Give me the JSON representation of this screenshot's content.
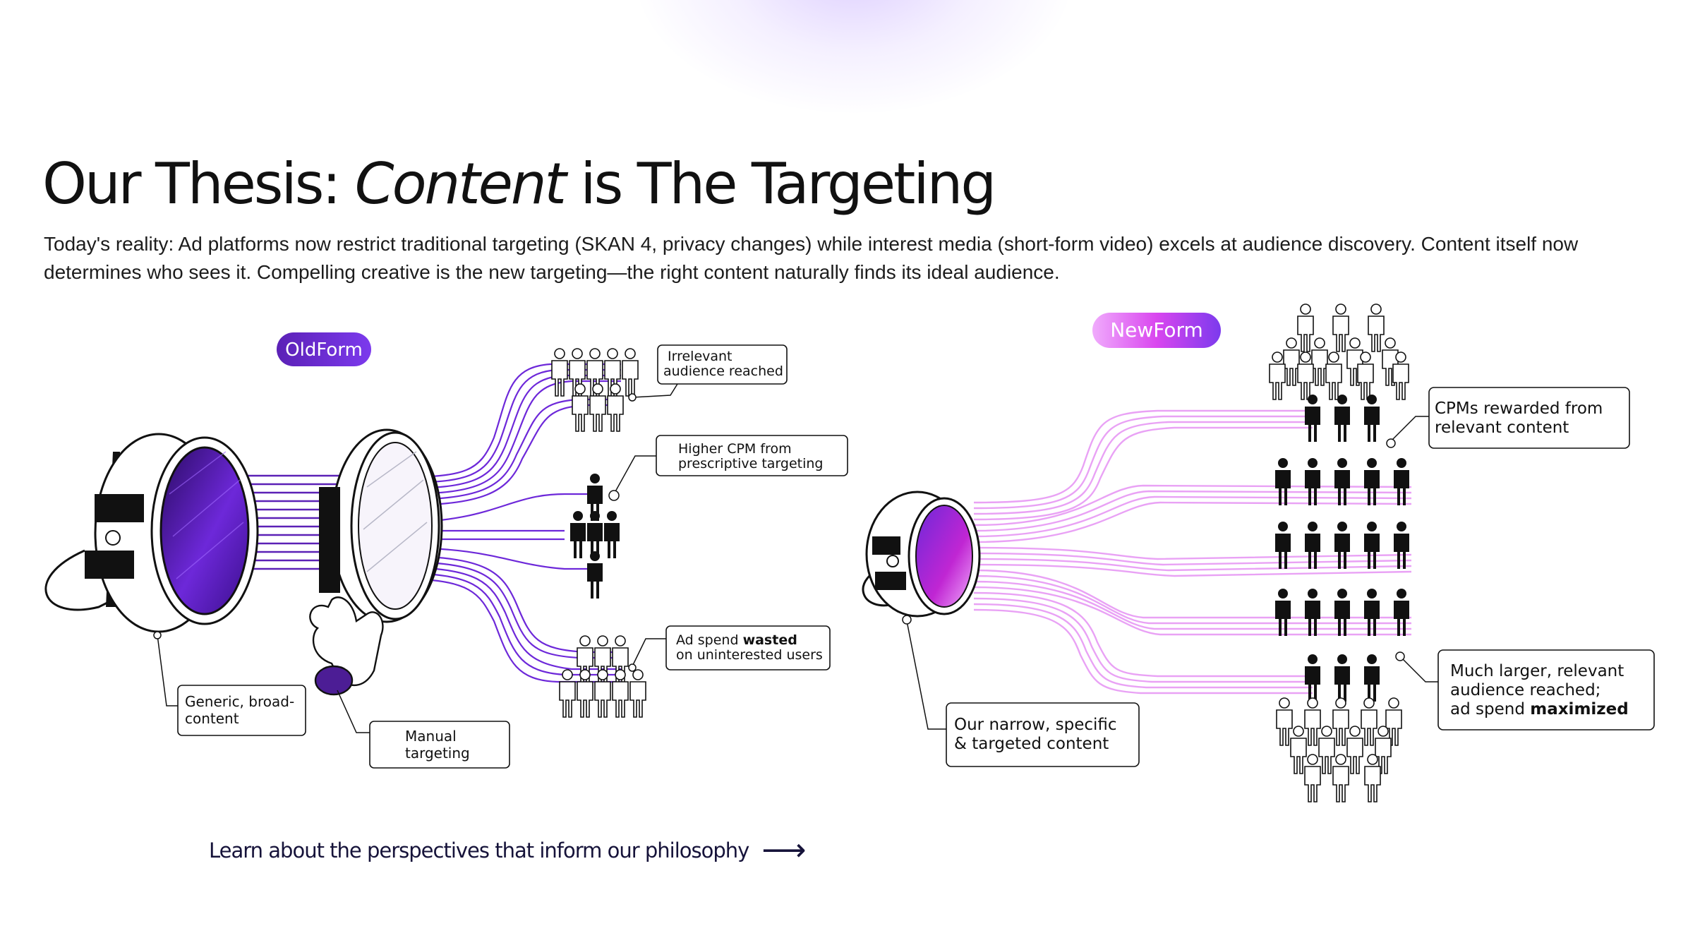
{
  "heading": {
    "prefix": "Our Thesis: ",
    "emphasis": "Content",
    "suffix": " is The Targeting"
  },
  "intro": "Today's reality: Ad platforms now restrict traditional targeting (SKAN 4, privacy changes) while interest media (short-form video) excels at audience discovery. Content itself now determines who sees it. Compelling creative is the new targeting—the right content naturally finds its ideal audience.",
  "old_form": {
    "pill": "OldForm",
    "callouts": {
      "irrelevant": [
        "Irrelevant",
        "audience reached"
      ],
      "higher_cpm": [
        "Higher CPM from",
        "prescriptive targeting"
      ],
      "ad_spend": {
        "line1_pre": "Ad spend ",
        "line1_bold": "wasted",
        "line2": "on uninterested users"
      },
      "generic": [
        "Generic, broad-",
        "content"
      ],
      "manual": [
        "Manual",
        "targeting"
      ]
    }
  },
  "new_form": {
    "pill": "NewForm",
    "callouts": {
      "cpms": [
        "CPMs rewarded from",
        "relevant content"
      ],
      "much_larger": {
        "line1": "Much larger, relevant",
        "line2": "audience reached;",
        "line3_pre": "ad spend ",
        "line3_bold": "maximized"
      },
      "narrow": [
        "Our narrow, specific",
        "& targeted content"
      ]
    }
  },
  "cta": {
    "label": "Learn about the perspectives that inform our philosophy",
    "arrow": "⟶"
  },
  "colors": {
    "purple_dark": "#4a1aa8",
    "purple_mid": "#7c3aed",
    "magenta": "#e879f9",
    "pink_line": "#e9a2f5",
    "ink": "#111111"
  }
}
